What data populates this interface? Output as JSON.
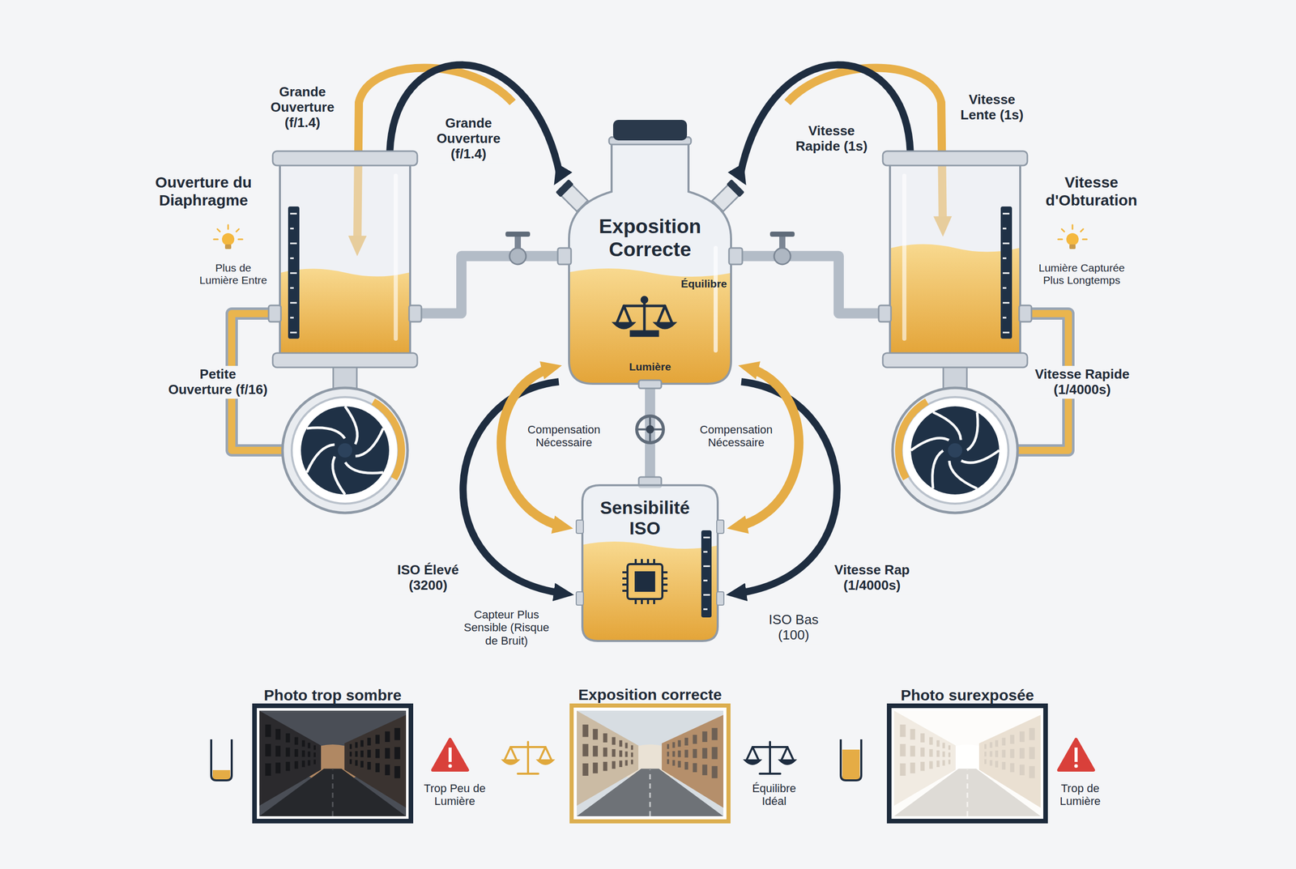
{
  "diagram": {
    "nodes": [
      {
        "text": [
          "Ouverture du Diaphragme"
        ]
      },
      {
        "text": [
          "Exposition Correcte",
          "Équilibre",
          "Lumière"
        ]
      },
      {
        "text": [
          "Vitesse d'Obturation"
        ]
      },
      {
        "text": [
          "Sensibilité ISO"
        ]
      },
      {
        "text": [
          "Photo trop sombre"
        ]
      },
      {
        "text": [
          "Exposition correcte"
        ]
      },
      {
        "text": [
          "Photo surexposée"
        ]
      }
    ],
    "edges": [
      {
        "from": 0,
        "to": 1,
        "arrow": "to",
        "label": "Grande Ouverture (f/1.4)"
      },
      {
        "from": 2,
        "to": 1,
        "arrow": "to",
        "label": "Vitesse Rapide (1s)"
      },
      {
        "from": 0,
        "to": 1,
        "arrow": "none"
      },
      {
        "from": 2,
        "to": 1,
        "arrow": "none"
      },
      {
        "from": 1,
        "to": 3,
        "arrow": "both",
        "label": "Compensation Nécessaire"
      },
      {
        "from": 1,
        "to": 3,
        "arrow": "both",
        "label": "Compensation Nécessaire"
      },
      {
        "from": 1,
        "to": 3,
        "arrow": "none"
      }
    ],
    "labels": [
      "Grande Ouverture (f/1.4)",
      "Plus de Lumière Entre",
      "Petite Ouverture (f/16)",
      "Vitesse Lente (1s)",
      "Lumière Capturée Plus Longtemps",
      "Vitesse Rapide (1/4000s)",
      "ISO Élevé (3200)",
      "Capteur Plus Sensible (Risque de Bruit)",
      "Vitesse Rap (1/4000s)",
      "ISO Bas (100)",
      "Trop Peu de Lumière",
      "Équilibre Idéal",
      "Trop de Lumière"
    ]
  }
}
